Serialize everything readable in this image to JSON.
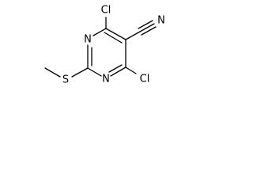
{
  "molecule": {
    "labels": {
      "cl_top": "Cl",
      "cl_bottom": "Cl",
      "n_ring_upper": "N",
      "n_ring_lower": "N",
      "n_nitrile": "N",
      "s": "S"
    },
    "colors": {
      "ink": "#000000",
      "background": "#ffffff"
    }
  }
}
